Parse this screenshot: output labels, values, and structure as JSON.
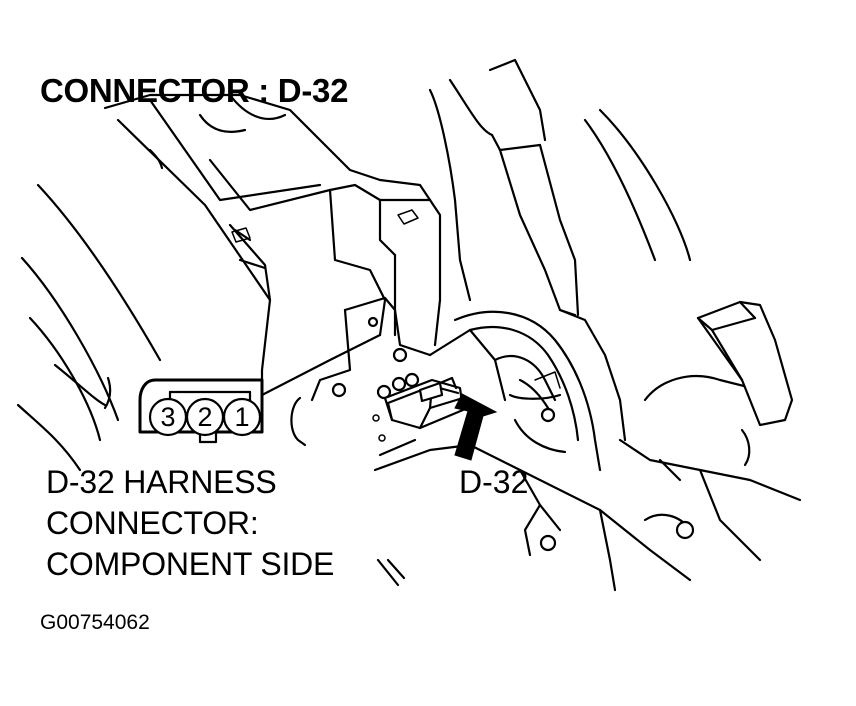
{
  "title": "CONNECTOR : D-32",
  "harness_label": {
    "line1": "D-32 HARNESS",
    "line2": "CONNECTOR:",
    "line3": "COMPONENT SIDE"
  },
  "callout_label": "D-32",
  "figure_id": "G00754062",
  "connector_pins": [
    "3",
    "2",
    "1"
  ],
  "colors": {
    "line": "#000000",
    "background": "#ffffff"
  }
}
